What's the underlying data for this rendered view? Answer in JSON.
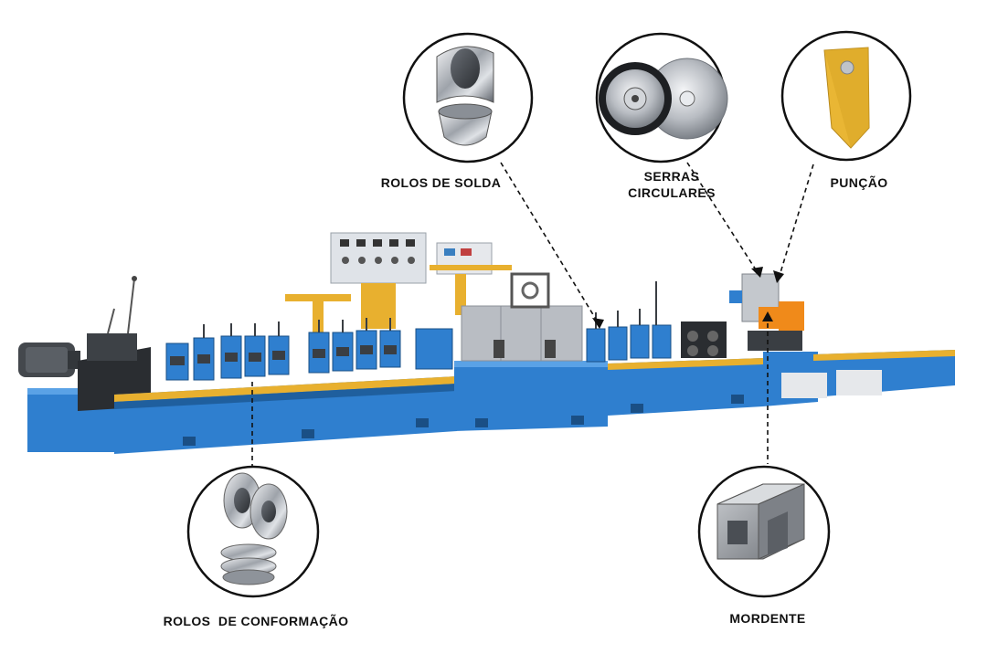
{
  "labels": {
    "rolos_solda": "ROLOS DE SOLDA",
    "serras_line1": "SERRAS",
    "serras_line2": "CIRCULARES",
    "puncao": "PUNÇÃO",
    "rolos_conformacao": "ROLOS  DE CONFORMAÇÃO",
    "mordente": "MORDENTE"
  },
  "colors": {
    "machine_blue": "#2f7fcf",
    "machine_blue_dark": "#1f5f9e",
    "rail_yellow": "#e8b02f",
    "punch_yellow": "#e9b634",
    "steel": "#a8acb3",
    "callout_outline": "#111111"
  },
  "icons": {
    "rolos_solda": "welding-roller-icon",
    "serras": "circular-saw-blades-icon",
    "puncao": "punch-blade-icon",
    "rolos_conformacao": "forming-roller-icon",
    "mordente": "clamp-jaw-icon"
  }
}
